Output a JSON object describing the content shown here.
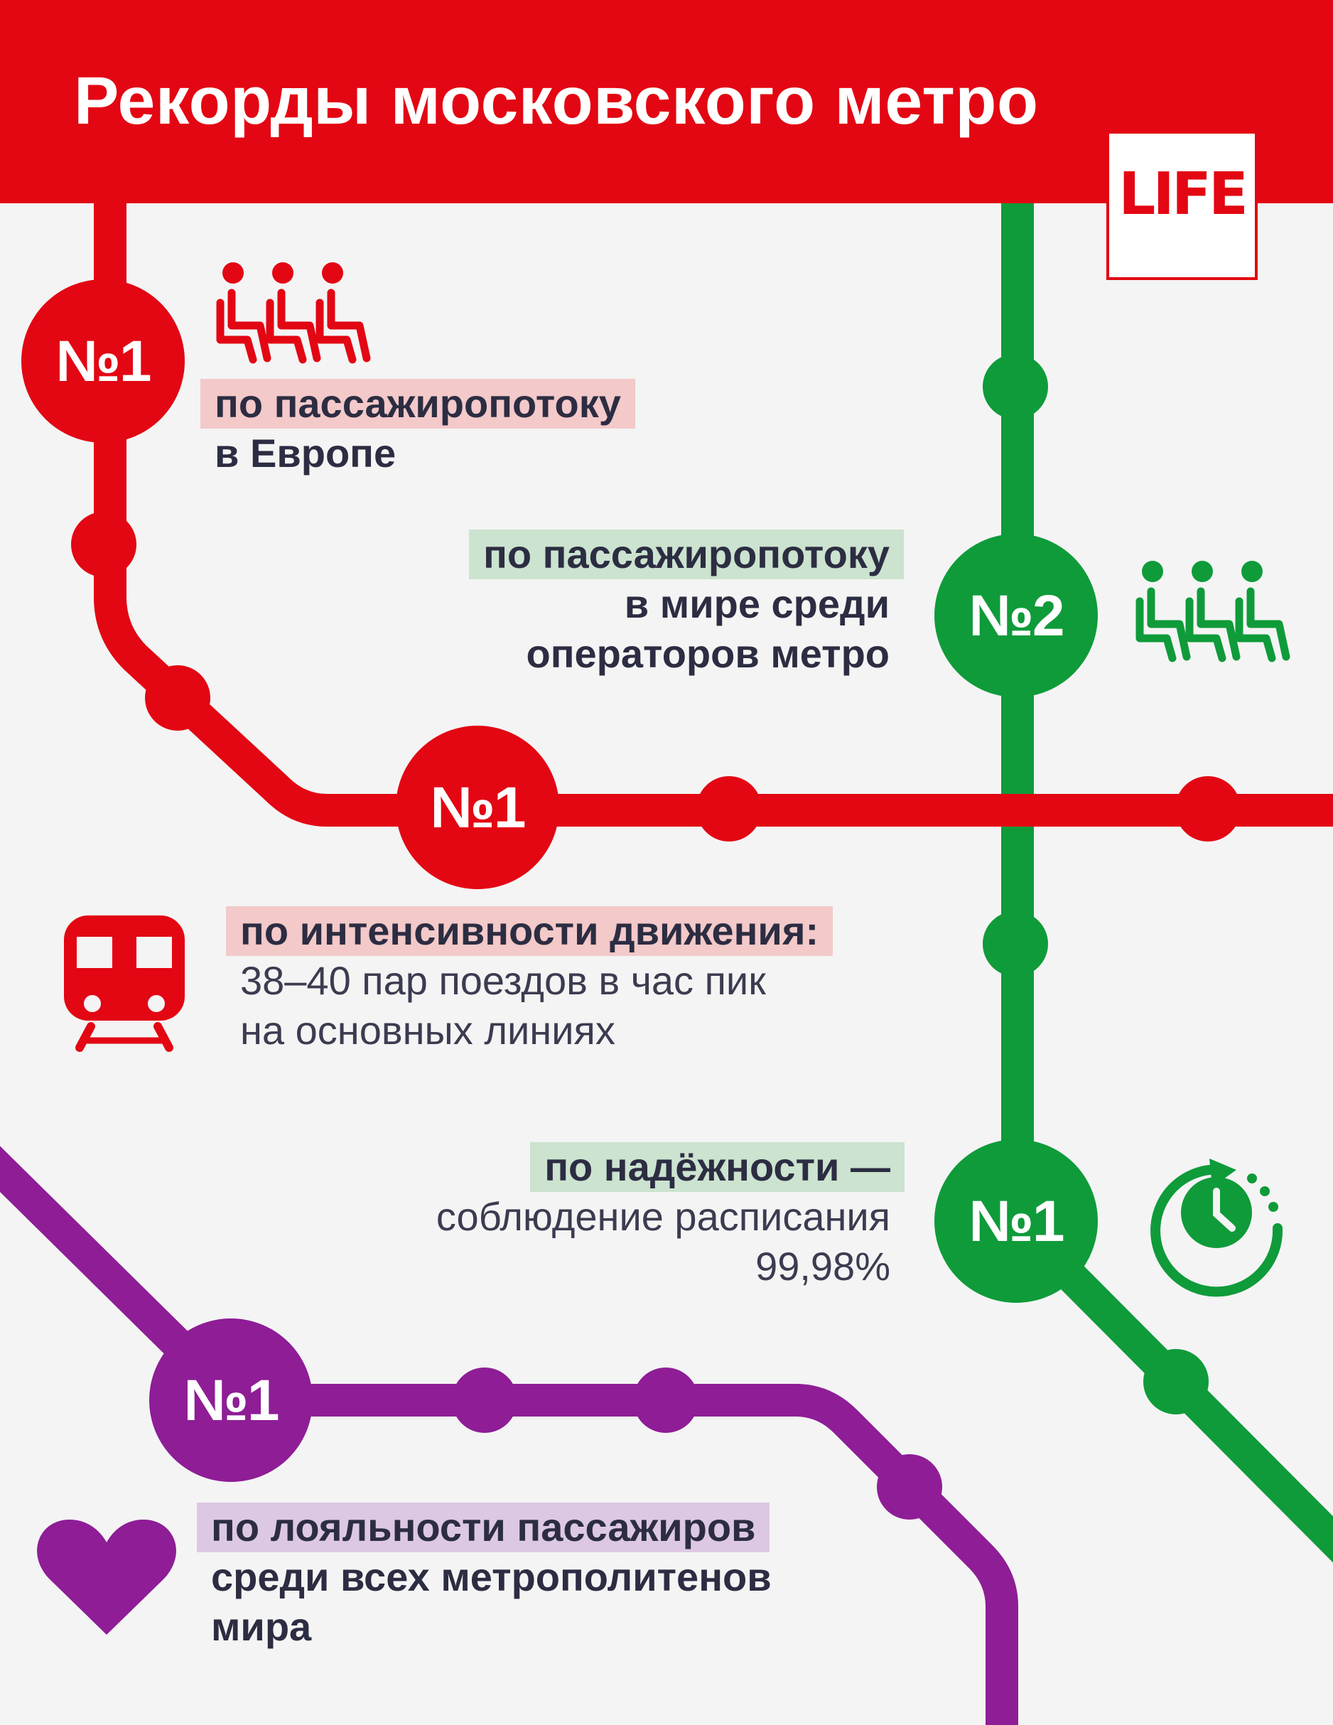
{
  "header": {
    "title": "Рекорды московского метро"
  },
  "logo": {
    "text": "LIFE"
  },
  "colors": {
    "red": "#e30613",
    "green": "#0f9b3a",
    "purple": "#8e1d96",
    "background": "#f4f4f4",
    "text": "#2c2d42"
  },
  "records": [
    {
      "badge": "№1",
      "line": "red",
      "highlight": "по пассажиропотоку",
      "text": [
        "в Европе"
      ],
      "icon": "seated-passengers-icon"
    },
    {
      "badge": "№2",
      "line": "green",
      "highlight": "по пассажиропотоку",
      "text": [
        "в мире среди",
        "операторов метро"
      ],
      "icon": "seated-passengers-icon"
    },
    {
      "badge": "№1",
      "line": "red",
      "highlight": "по интенсивности движения:",
      "text": [
        "38–40 пар поездов в час пик",
        "на основных линиях"
      ],
      "icon": "train-icon"
    },
    {
      "badge": "№1",
      "line": "green",
      "highlight": "по надёжности —",
      "text": [
        "соблюдение расписания",
        "99,98%"
      ],
      "icon": "clock-icon"
    },
    {
      "badge": "№1",
      "line": "purple",
      "highlight": "по лояльности пассажиров",
      "text": [
        "среди всех метрополитенов",
        "мира"
      ],
      "icon": "heart-icon"
    }
  ]
}
